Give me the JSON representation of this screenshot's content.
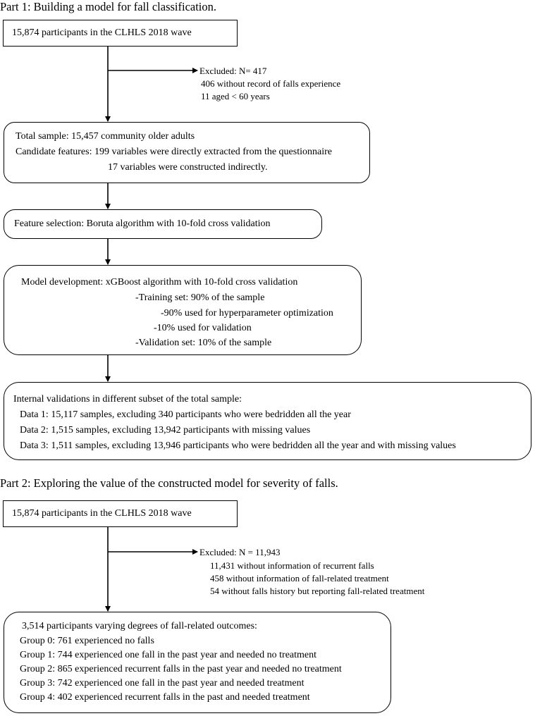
{
  "part1": {
    "heading": "Part 1: Building a model for fall classification.",
    "start_box": "15,874 participants in the CLHLS 2018 wave",
    "excluded": {
      "title": "Excluded: N= 417",
      "lines": [
        "406 without record of falls experience",
        "11 aged < 60 years"
      ]
    },
    "total_box": {
      "line1": "Total sample: 15,457 community older adults",
      "line2": "Candidate features: 199 variables were directly extracted from the questionnaire",
      "line3": "17 variables were constructed indirectly."
    },
    "feature_box": "Feature selection: Boruta algorithm with 10-fold cross validation",
    "model_box": {
      "line1": "Model development: xGBoost algorithm with 10-fold cross validation",
      "line2": "-Training set: 90% of the sample",
      "line3": "-90% used for hyperparameter optimization",
      "line4": "-10% used for validation",
      "line5": "-Validation set: 10% of the sample"
    },
    "internal_box": {
      "title": "Internal validations in different subset of the total sample:",
      "lines": [
        "Data 1: 15,117 samples, excluding 340 participants who were bedridden all the year",
        "Data 2: 1,515 samples, excluding 13,942 participants with missing values",
        "Data 3: 1,511 samples, excluding 13,946 participants who were bedridden all the year and with missing values"
      ]
    }
  },
  "part2": {
    "heading": "Part 2: Exploring the value of the constructed model for severity of falls.",
    "start_box": "15,874 participants in the CLHLS 2018 wave",
    "excluded": {
      "title": "Excluded: N = 11,943",
      "lines": [
        "11,431 without information of recurrent falls",
        "458 without information of fall-related treatment",
        "54 without falls history but reporting fall-related treatment"
      ]
    },
    "outcome_box": {
      "title": "3,514 participants varying degrees of fall-related outcomes:",
      "lines": [
        "Group 0: 761 experienced no falls",
        "Group 1: 744 experienced one fall in the past year and needed no treatment",
        "Group 2: 865 experienced recurrent falls in the past year and needed no treatment",
        "Group 3: 742 experienced one fall in the past year and needed treatment",
        "Group 4: 402 experienced recurrent falls in the past and needed treatment"
      ]
    }
  }
}
